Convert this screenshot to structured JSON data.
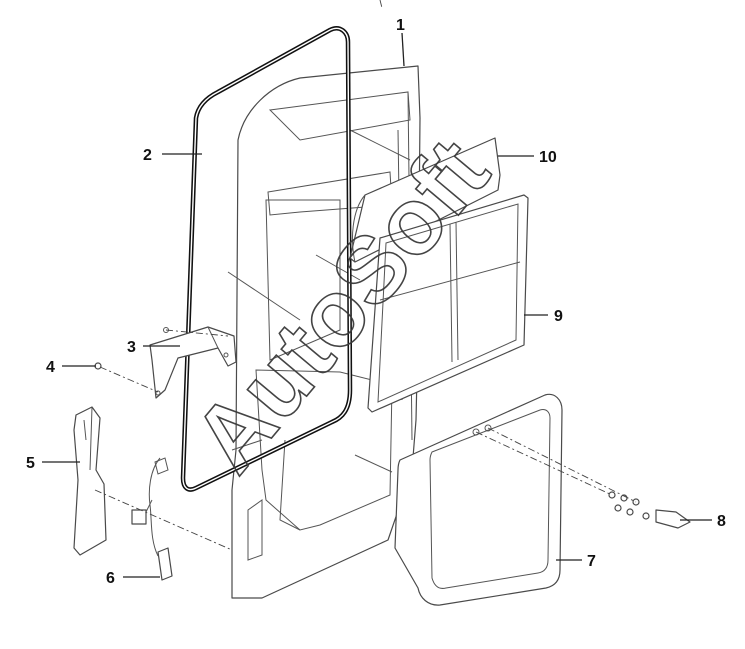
{
  "callouts": [
    {
      "id": "1",
      "label": "1"
    },
    {
      "id": "2",
      "label": "2"
    },
    {
      "id": "3",
      "label": "3"
    },
    {
      "id": "4",
      "label": "4"
    },
    {
      "id": "5",
      "label": "5"
    },
    {
      "id": "6",
      "label": "6"
    },
    {
      "id": "7",
      "label": "7"
    },
    {
      "id": "8",
      "label": "8"
    },
    {
      "id": "9",
      "label": "9"
    },
    {
      "id": "10",
      "label": "10"
    }
  ],
  "watermark": {
    "text": "AutoSoft"
  },
  "colors": {
    "line": "#4a4a4a",
    "seal": "#111111",
    "background": "#ffffff"
  }
}
